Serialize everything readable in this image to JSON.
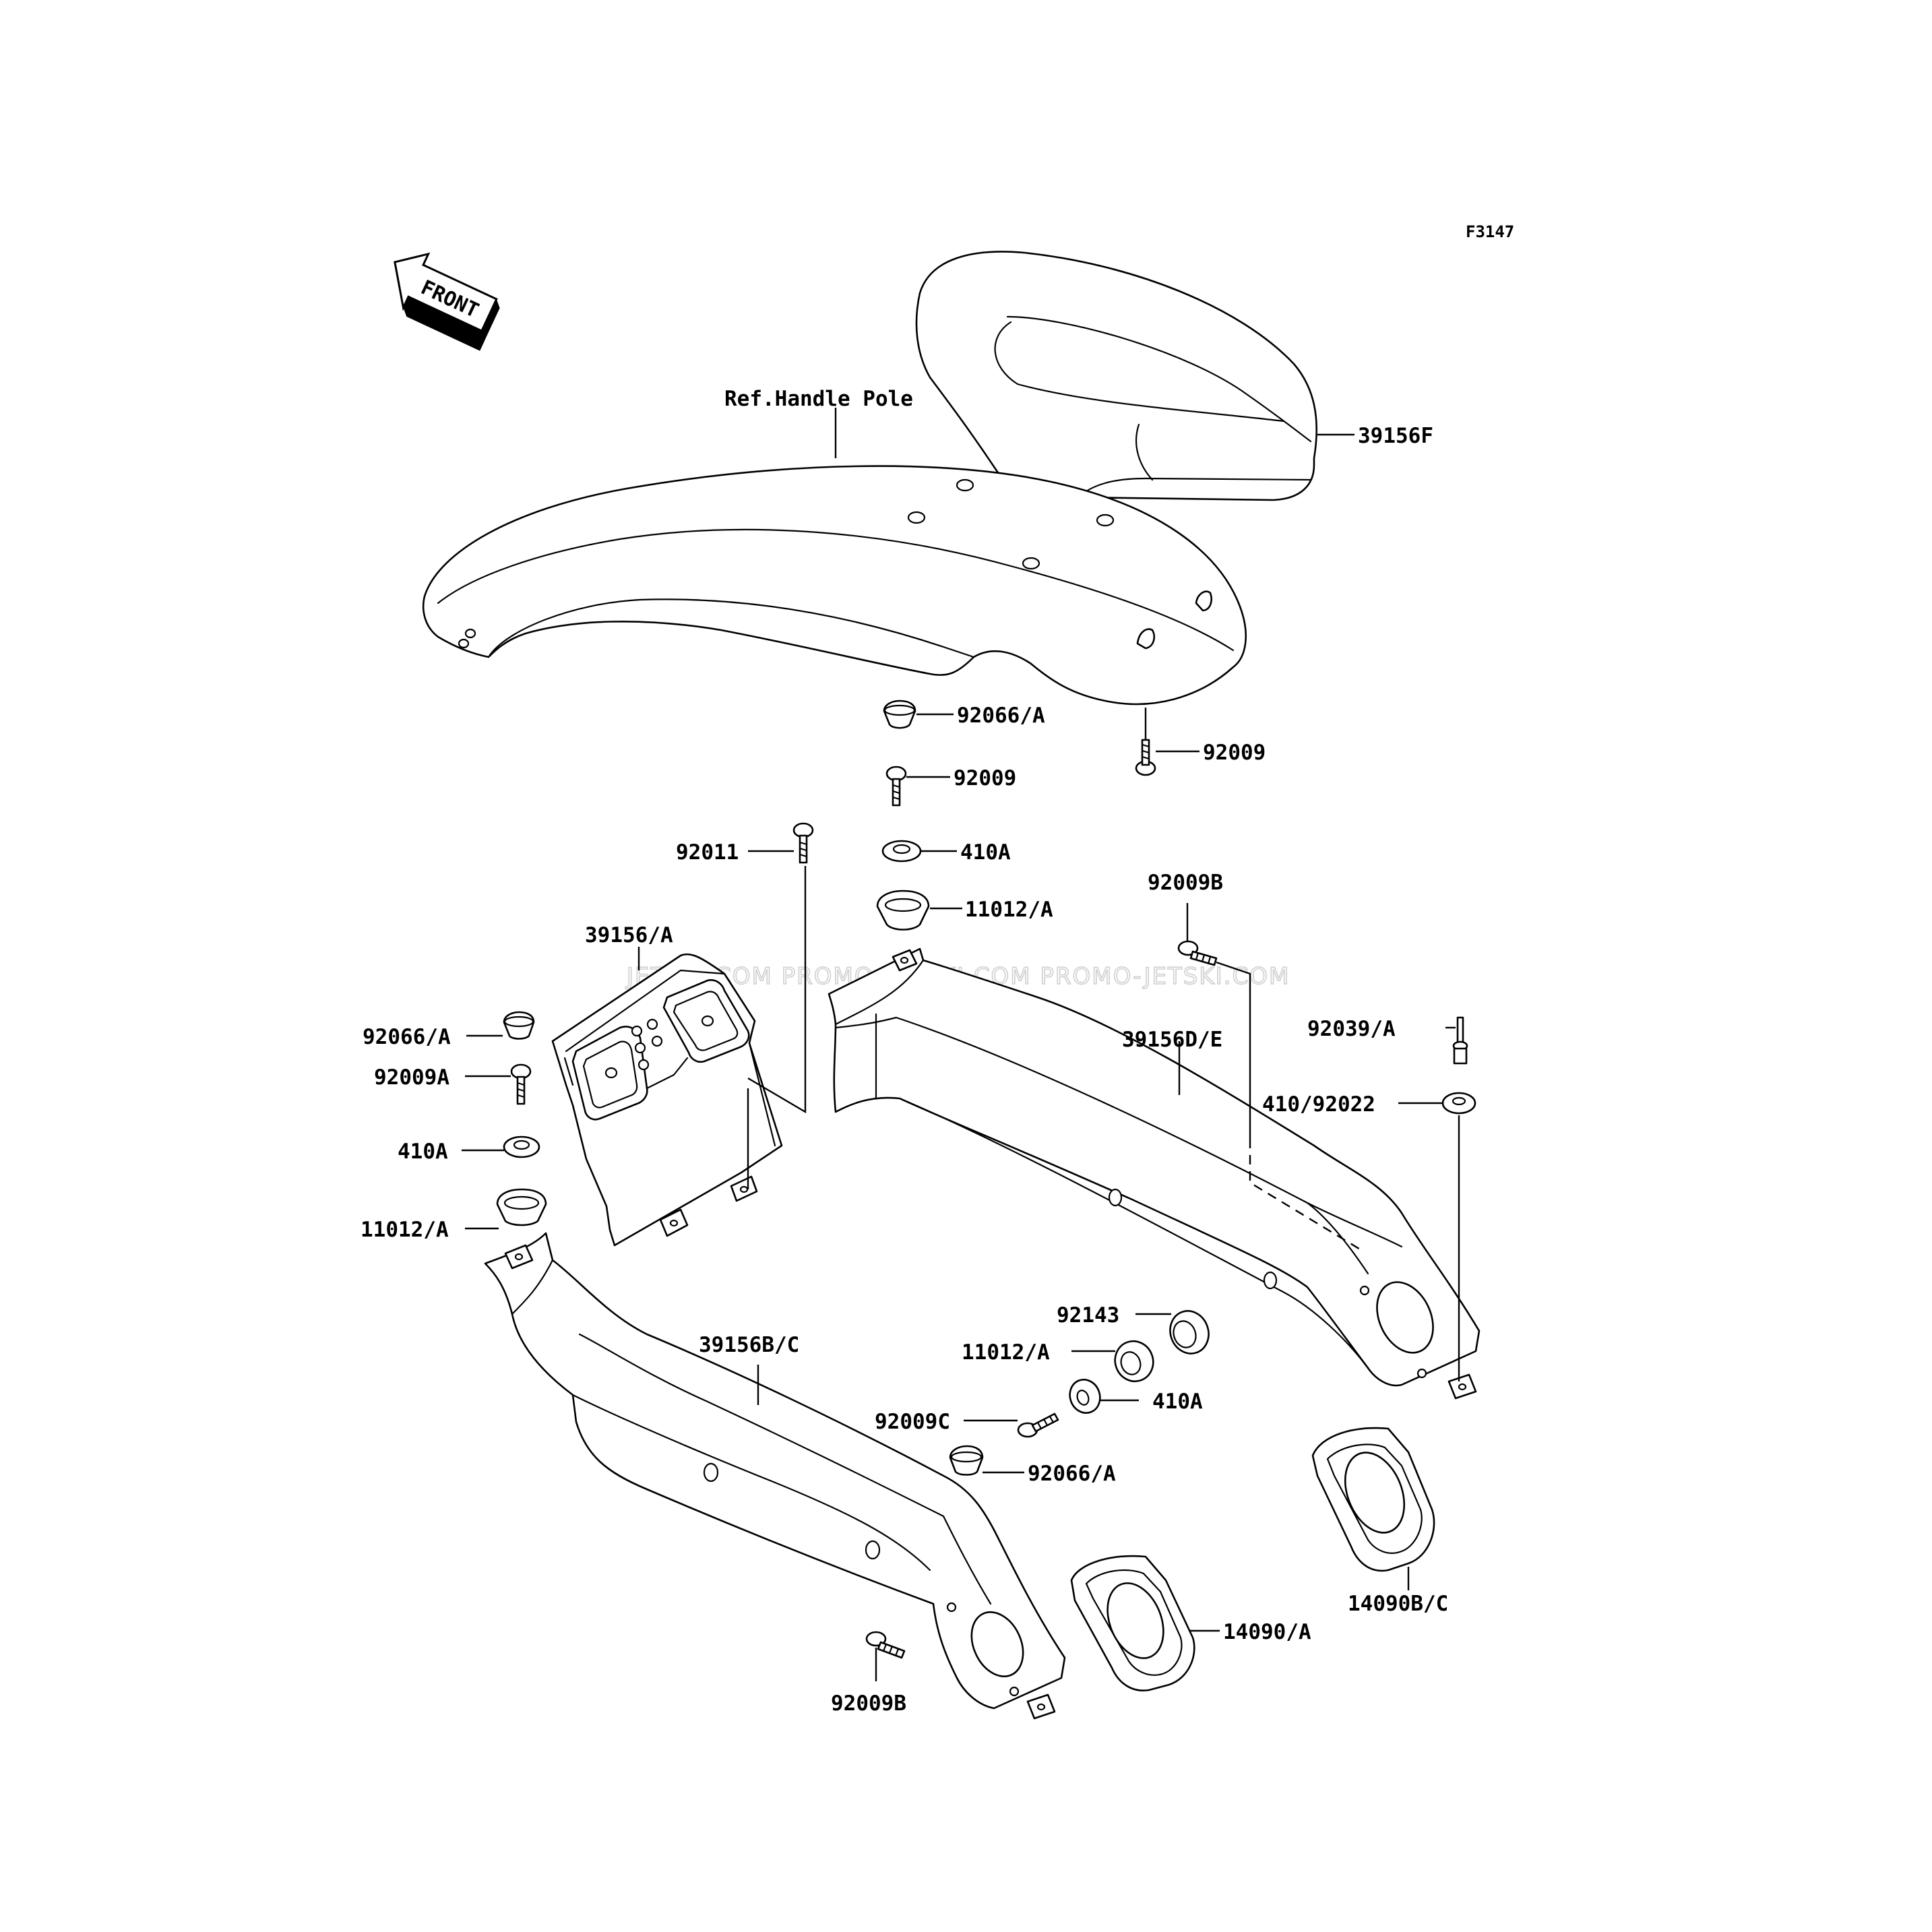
{
  "figure_code": "F3147",
  "front_label": "FRONT",
  "watermark": "JETSKI.COM  PROMO-JETSKI.COM  PROMO-JETSKI.COM",
  "reference_label": "Ref.Handle Pole",
  "labels": {
    "p39156F": "39156F",
    "p92066A_top": "92066/A",
    "p92009_right": "92009",
    "p92009_mid": "92009",
    "p92011": "92011",
    "p410A_top": "410A",
    "p11012A_top": "11012/A",
    "p92009B_top": "92009B",
    "p39156A": "39156/A",
    "p92066A_left": "92066/A",
    "p92009A": "92009A",
    "p410A_left": "410A",
    "p11012A_left": "11012/A",
    "p39156DE": "39156D/E",
    "p92039A": "92039/A",
    "p410_92022": "410/92022",
    "p92143": "92143",
    "p11012A_mid": "11012/A",
    "p410A_mid": "410A",
    "p92009C": "92009C",
    "p92066A_mid": "92066/A",
    "p39156BC": "39156B/C",
    "p14090BC": "14090B/C",
    "p14090A": "14090/A",
    "p92009B_bottom": "92009B"
  }
}
